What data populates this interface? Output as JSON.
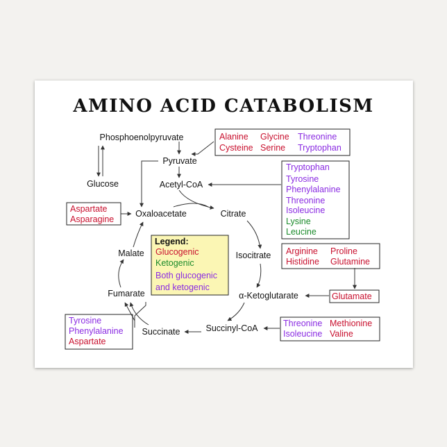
{
  "title": "AMINO ACID CATABOLISM",
  "metabolites": {
    "pep": "Phosphoenolpyruvate",
    "glucose": "Glucose",
    "pyruvate": "Pyruvate",
    "acetyl_coa": "Acetyl-CoA",
    "oxaloacetate": "Oxaloacetate",
    "citrate": "Citrate",
    "isocitrate": "Isocitrate",
    "akg": "α-Ketoglutarate",
    "succinyl_coa": "Succinyl-CoA",
    "succinate": "Succinate",
    "fumarate": "Fumarate",
    "malate": "Malate"
  },
  "legend": {
    "heading": "Legend:",
    "glucogenic": "Glucogenic",
    "ketogenic": "Ketogenic",
    "both_line1": "Both glucogenic",
    "both_line2": "and ketogenic"
  },
  "boxes": {
    "pyruvate_box": {
      "row1": [
        "Alanine",
        "Glycine",
        "Threonine"
      ],
      "row2": [
        "Cysteine",
        "Serine",
        "Tryptophan"
      ]
    },
    "acetyl_box": [
      "Tryptophan",
      "Tyrosine",
      "Phenylalanine",
      "Threonine",
      "Isoleucine",
      "Lysine",
      "Leucine"
    ],
    "oaa_box": [
      "Aspartate",
      "Asparagine"
    ],
    "glutamate_source_box": {
      "row1": [
        "Arginine",
        "Proline"
      ],
      "row2": [
        "Histidine",
        "Glutamine"
      ]
    },
    "glutamate_box": "Glutamate",
    "succinyl_box": {
      "row1": [
        "Threonine",
        "Methionine"
      ],
      "row2": [
        "Isoleucine",
        "Valine"
      ]
    },
    "fumarate_box": [
      "Tyrosine",
      "Phenylalanine",
      "Aspartate"
    ]
  },
  "colors": {
    "glucogenic": "#c8102e",
    "ketogenic": "#1a8a2a",
    "both": "#8a2be2",
    "legend_bg": "#fbf6b4"
  }
}
